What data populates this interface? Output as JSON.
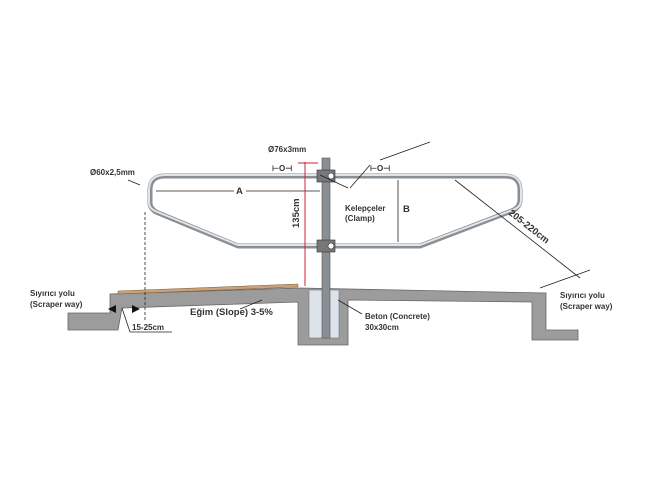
{
  "title_labels": {
    "rail_pipe": "Ø60x2,5mm",
    "post_pipe": "Ø76x3mm",
    "dim_a": "A",
    "dim_b": "B",
    "height": "135cm",
    "clamp_tr": "Kelepçeler",
    "clamp_en": "(Clamp)",
    "length": "205-220cm",
    "scraper_left_tr": "Sıyırıcı yolu",
    "scraper_left_en": "(Scraper way)",
    "scraper_right_tr": "Sıyırıcı yolu",
    "scraper_right_en": "(Scraper way)",
    "slope": "Eğim (Slope) 3-5%",
    "concrete": "Beton (Concrete)",
    "concrete_size": "30x30cm",
    "edge_distance": "15-25cm"
  },
  "colors": {
    "pipe": "#8a8f94",
    "concrete": "#9a9a9a",
    "dimension_red": "#d0203a",
    "plank": "#c9a27a"
  }
}
